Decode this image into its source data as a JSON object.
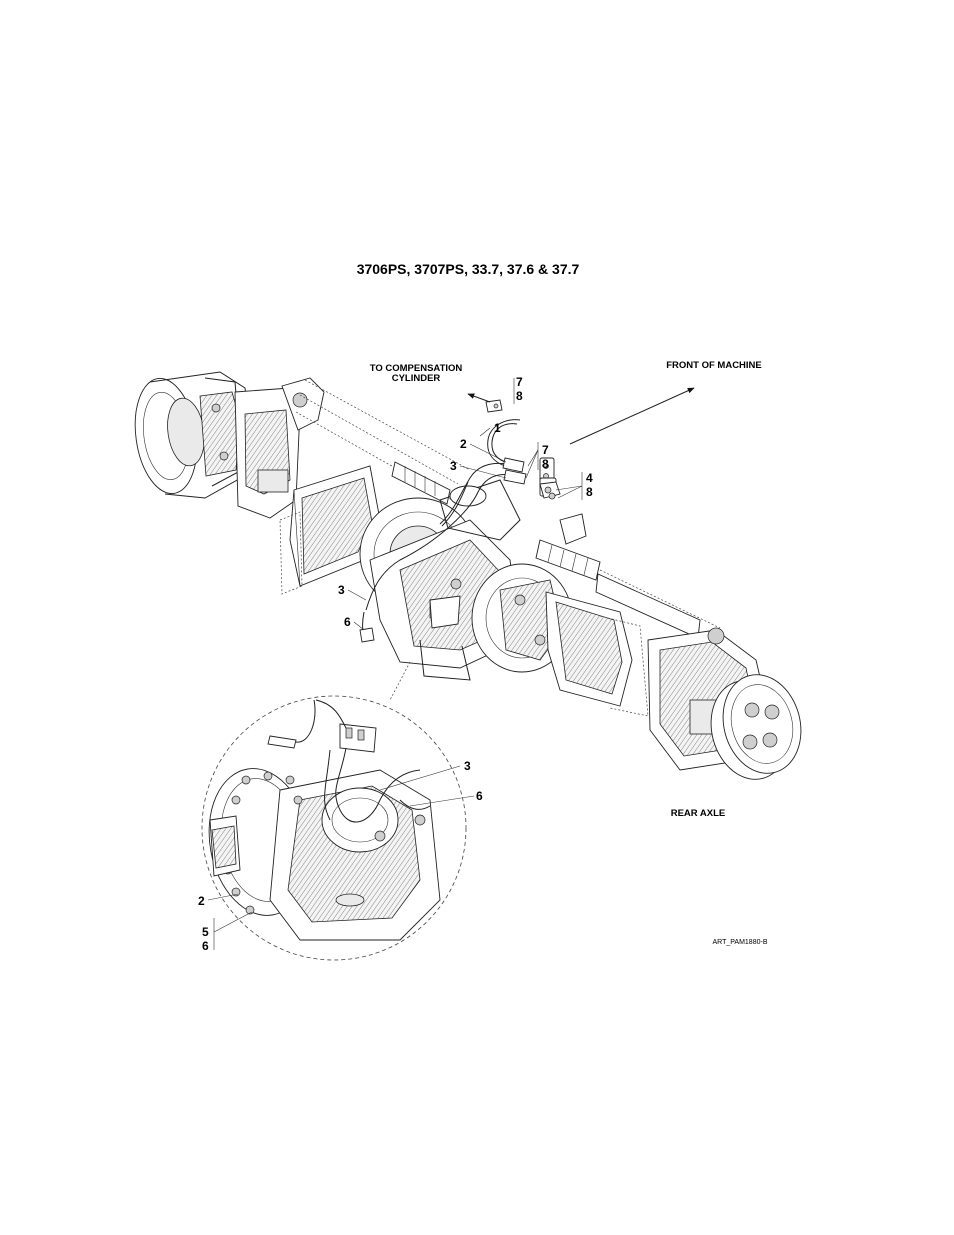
{
  "figure": {
    "title": "3706PS, 3707PS, 33.7, 37.6 & 37.7",
    "labels": {
      "to_compensation_cylinder_line1": "TO COMPENSATION",
      "to_compensation_cylinder_line2": "CYLINDER",
      "front_of_machine": "FRONT OF MACHINE",
      "rear_axle": "REAR AXLE",
      "art_reference": "ART_PAM1880-B"
    },
    "callouts": {
      "top_7": "7",
      "top_8": "8",
      "hose_1": "1",
      "hose_2": "2",
      "hose_3": "3",
      "mid_7": "7",
      "mid_8": "8",
      "right_4": "4",
      "right_8": "8",
      "left_3": "3",
      "left_6": "6",
      "detail_3": "3",
      "detail_6": "6",
      "detail_2": "2",
      "detail_5": "5",
      "detail_6b": "6"
    }
  }
}
